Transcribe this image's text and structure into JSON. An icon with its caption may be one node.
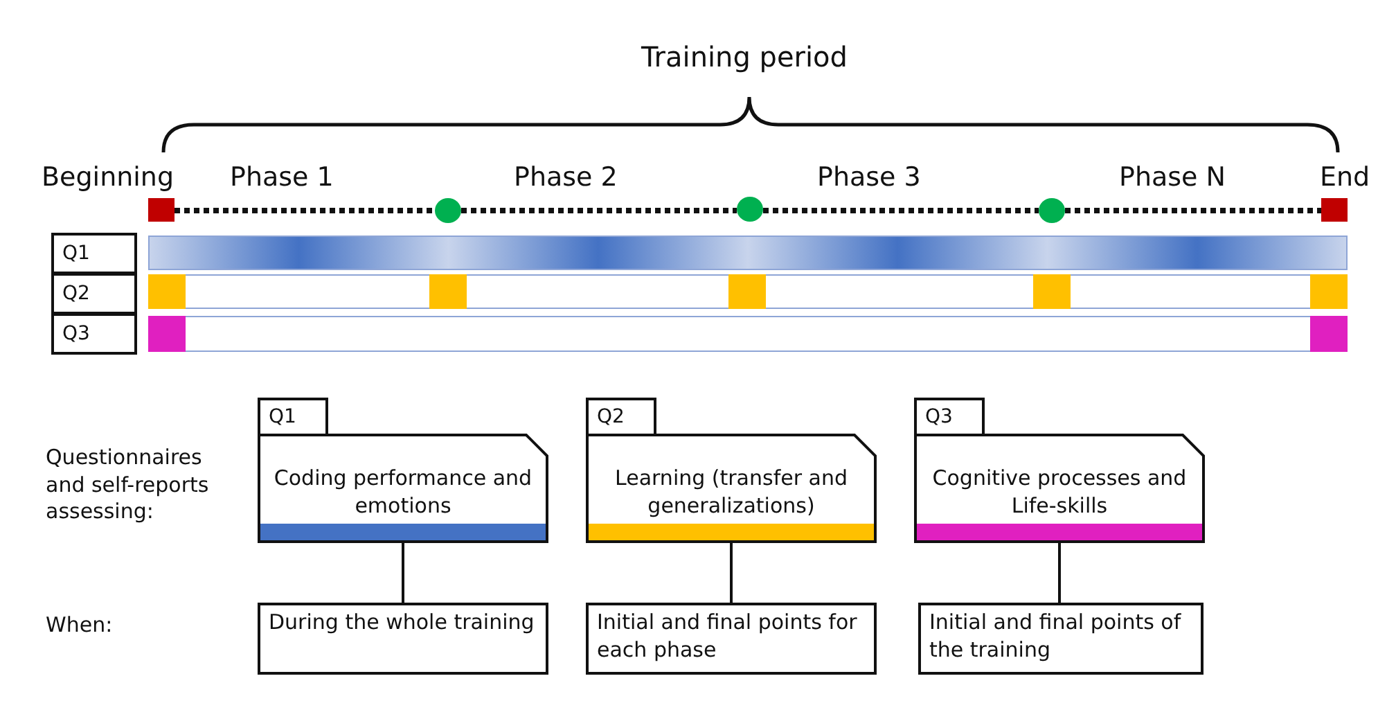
{
  "diagram": {
    "nodes": [
      {
        "text": [],
        "shape": "box"
      },
      {
        "text": [],
        "shape": "circle"
      },
      {
        "text": [],
        "shape": "circle"
      },
      {
        "text": [],
        "shape": "circle"
      },
      {
        "text": [],
        "shape": "box"
      },
      {
        "text": [
          "Q1"
        ]
      },
      {
        "text": [],
        "shape": "bar"
      },
      {
        "text": [
          "Q2"
        ]
      },
      {
        "text": [],
        "shape": "bar"
      },
      {
        "text": [
          "Q3"
        ]
      },
      {
        "text": [],
        "shape": "bar"
      },
      {
        "text": [
          "Q1",
          "Coding performance and emotions"
        ]
      },
      {
        "text": [
          "Q2",
          "Learning (transfer and generalizations)"
        ]
      },
      {
        "text": [
          "Q3",
          "Cognitive processes and Life-skills"
        ]
      },
      {
        "text": [
          "During the whole training"
        ]
      },
      {
        "text": [
          "Initial and final points for each phase"
        ]
      },
      {
        "text": [
          "Initial and final points of the training"
        ]
      }
    ],
    "edges": [
      {
        "from": 0,
        "to": 1,
        "arrow": "none",
        "style": "dashed"
      },
      {
        "from": 1,
        "to": 2,
        "arrow": "none",
        "style": "dashed"
      },
      {
        "from": 2,
        "to": 3,
        "arrow": "none",
        "style": "dashed"
      },
      {
        "from": 3,
        "to": 4,
        "arrow": "none",
        "style": "dashed"
      },
      {
        "from": 11,
        "to": 14,
        "arrow": "none"
      },
      {
        "from": 12,
        "to": 15,
        "arrow": "none"
      },
      {
        "from": 13,
        "to": 16,
        "arrow": "none"
      }
    ],
    "labels": [
      "Training period",
      "Beginning",
      "Phase 1",
      "Phase 2",
      "Phase 3",
      "Phase N",
      "End",
      "Questionnaires and self-reports assessing:",
      "When:"
    ]
  }
}
